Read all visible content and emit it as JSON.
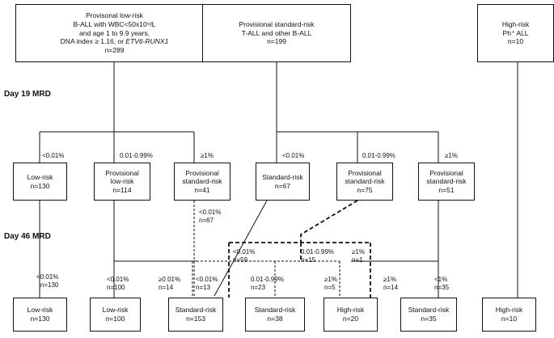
{
  "top_boxes": {
    "low": {
      "line1": "Provisonal low-risk",
      "line2": "B-ALL with WBC<50x10⁹/L",
      "line3": "and age 1 to 9.9 years,",
      "line4_prefix": "DNA index ≥ 1.16, or ",
      "line4_italic": "ETV6-RUNX1",
      "n": "n=289"
    },
    "standard": {
      "line1": "Provisional standard-risk",
      "line2": "T-ALL and other B-ALL",
      "n": "n=199"
    },
    "high": {
      "line1": "High-risk",
      "line2": "Ph⁺ ALL",
      "n": "n=10"
    }
  },
  "stages": {
    "day19": "Day 19 MRD",
    "day46": "Day 46 MRD"
  },
  "mid_boxes": [
    {
      "line1": "Low-risk",
      "line2": "",
      "n": "n=130"
    },
    {
      "line1": "Provisional",
      "line2": "low-risk",
      "n": "n=114"
    },
    {
      "line1": "Provisional",
      "line2": "standard-risk",
      "n": "n=41"
    },
    {
      "line1": "Standard-risk",
      "line2": "",
      "n": "n=67"
    },
    {
      "line1": "Provisional",
      "line2": "standard-risk",
      "n": "n=75"
    },
    {
      "line1": "Provisional",
      "line2": "standard-risk",
      "n": "n=51"
    }
  ],
  "day19_labels": [
    "<0.01%",
    "0.01-0.99%",
    "≥1%",
    "<0.01%",
    "0.01-0.99%",
    "≥1%"
  ],
  "bottom_boxes": [
    {
      "line1": "Low-risk",
      "n": "n=130"
    },
    {
      "line1": "Low-risk",
      "n": "n=100"
    },
    {
      "line1": "Standard-risk",
      "n": "n=153"
    },
    {
      "line1": "Standard-risk",
      "n": "n=38"
    },
    {
      "line1": "High-risk",
      "n": "n=20"
    },
    {
      "line1": "Standard-risk",
      "n": "n=35"
    },
    {
      "line1": "High-risk",
      "n": "n=10"
    }
  ],
  "day46_labels": {
    "a_pct": "<0.01%",
    "a_n": "n=130",
    "b_pct": "<0.01%",
    "b_n": "n=100",
    "c_pct": "≥0.01%",
    "c_n": "n=14",
    "d_pct": "<0.01%",
    "d_n": "n=67",
    "e_pct": "<0.01%",
    "e_n": "n=13",
    "f_pct": "<0.01%",
    "f_n": "n=59",
    "g_pct": "0.01-0.99%",
    "g_n": "n=15",
    "h_pct": "≥1%",
    "h_n": "n=1",
    "i_pct": "0.01-0.99%",
    "i_n": "n=23",
    "j_pct": "≥1%",
    "j_n": "n=5",
    "k_pct": "≥1%",
    "k_n": "n=14",
    "l_pct": "<1%",
    "l_n": "n=35"
  }
}
